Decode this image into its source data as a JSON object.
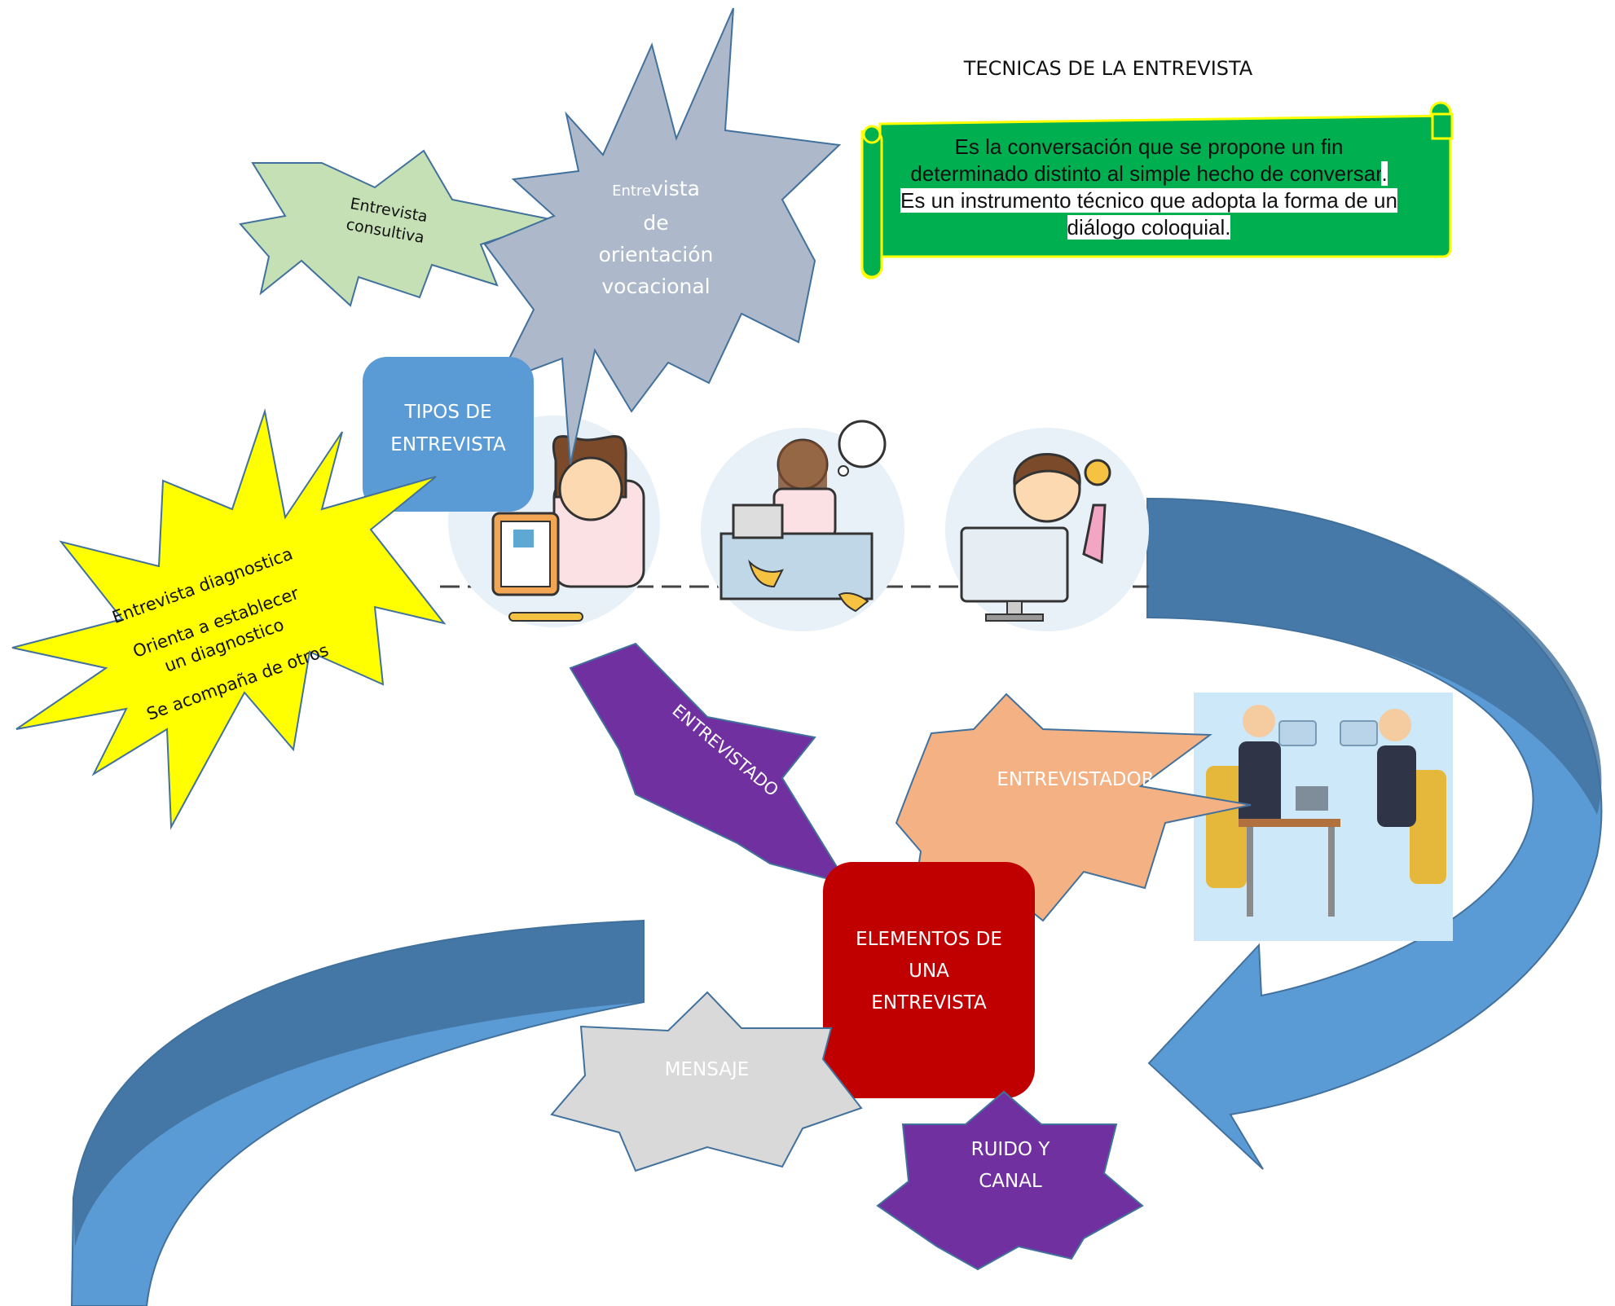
{
  "title": "TECNICAS DE LA ENTREVISTA",
  "definition": {
    "part1": "Es la conversación que se propone un fin determinado distinto al simple hecho de conversar",
    "part2": ". Es un instrumento técnico que adopta la forma de un diálogo coloquial."
  },
  "types": {
    "hub": [
      "TIPOS DE",
      "ENTREVISTA"
    ],
    "consultiva": [
      "Entrevista",
      "consultiva"
    ],
    "vocacional": {
      "small_prefix": "Entre",
      "rest_first": "vista",
      "lines": [
        "de",
        "orientación",
        "vocacional"
      ]
    },
    "diagnostica": {
      "line1": "Entrevista diagnostica",
      "line2": "Orienta a establecer",
      "line3": "un diagnostico",
      "line4": "Se acompaña de otros"
    }
  },
  "elements": {
    "hub": [
      "ELEMENTOS DE",
      "UNA",
      "ENTREVISTA"
    ],
    "entrevistado": "ENTREVISTADO",
    "entrevistador": "ENTREVISTADOR",
    "mensaje": "MENSAJE",
    "ruido": [
      "RUIDO Y",
      "CANAL"
    ]
  },
  "colors": {
    "consultiva": "#c5e0b4",
    "vocacional": "#adb9ca",
    "hub_types": "#5b9bd5",
    "diagnostica": "#ffff00",
    "scroll": "#00b050",
    "scroll_border": "#ffff00",
    "entrevistado": "#7030a0",
    "entrevistador": "#f4b183",
    "elements_hub": "#c00000",
    "mensaje": "#d9d9d9",
    "ruido": "#7030a0",
    "arrow": "#5b9bd5",
    "arrow_dark": "#41719c"
  }
}
